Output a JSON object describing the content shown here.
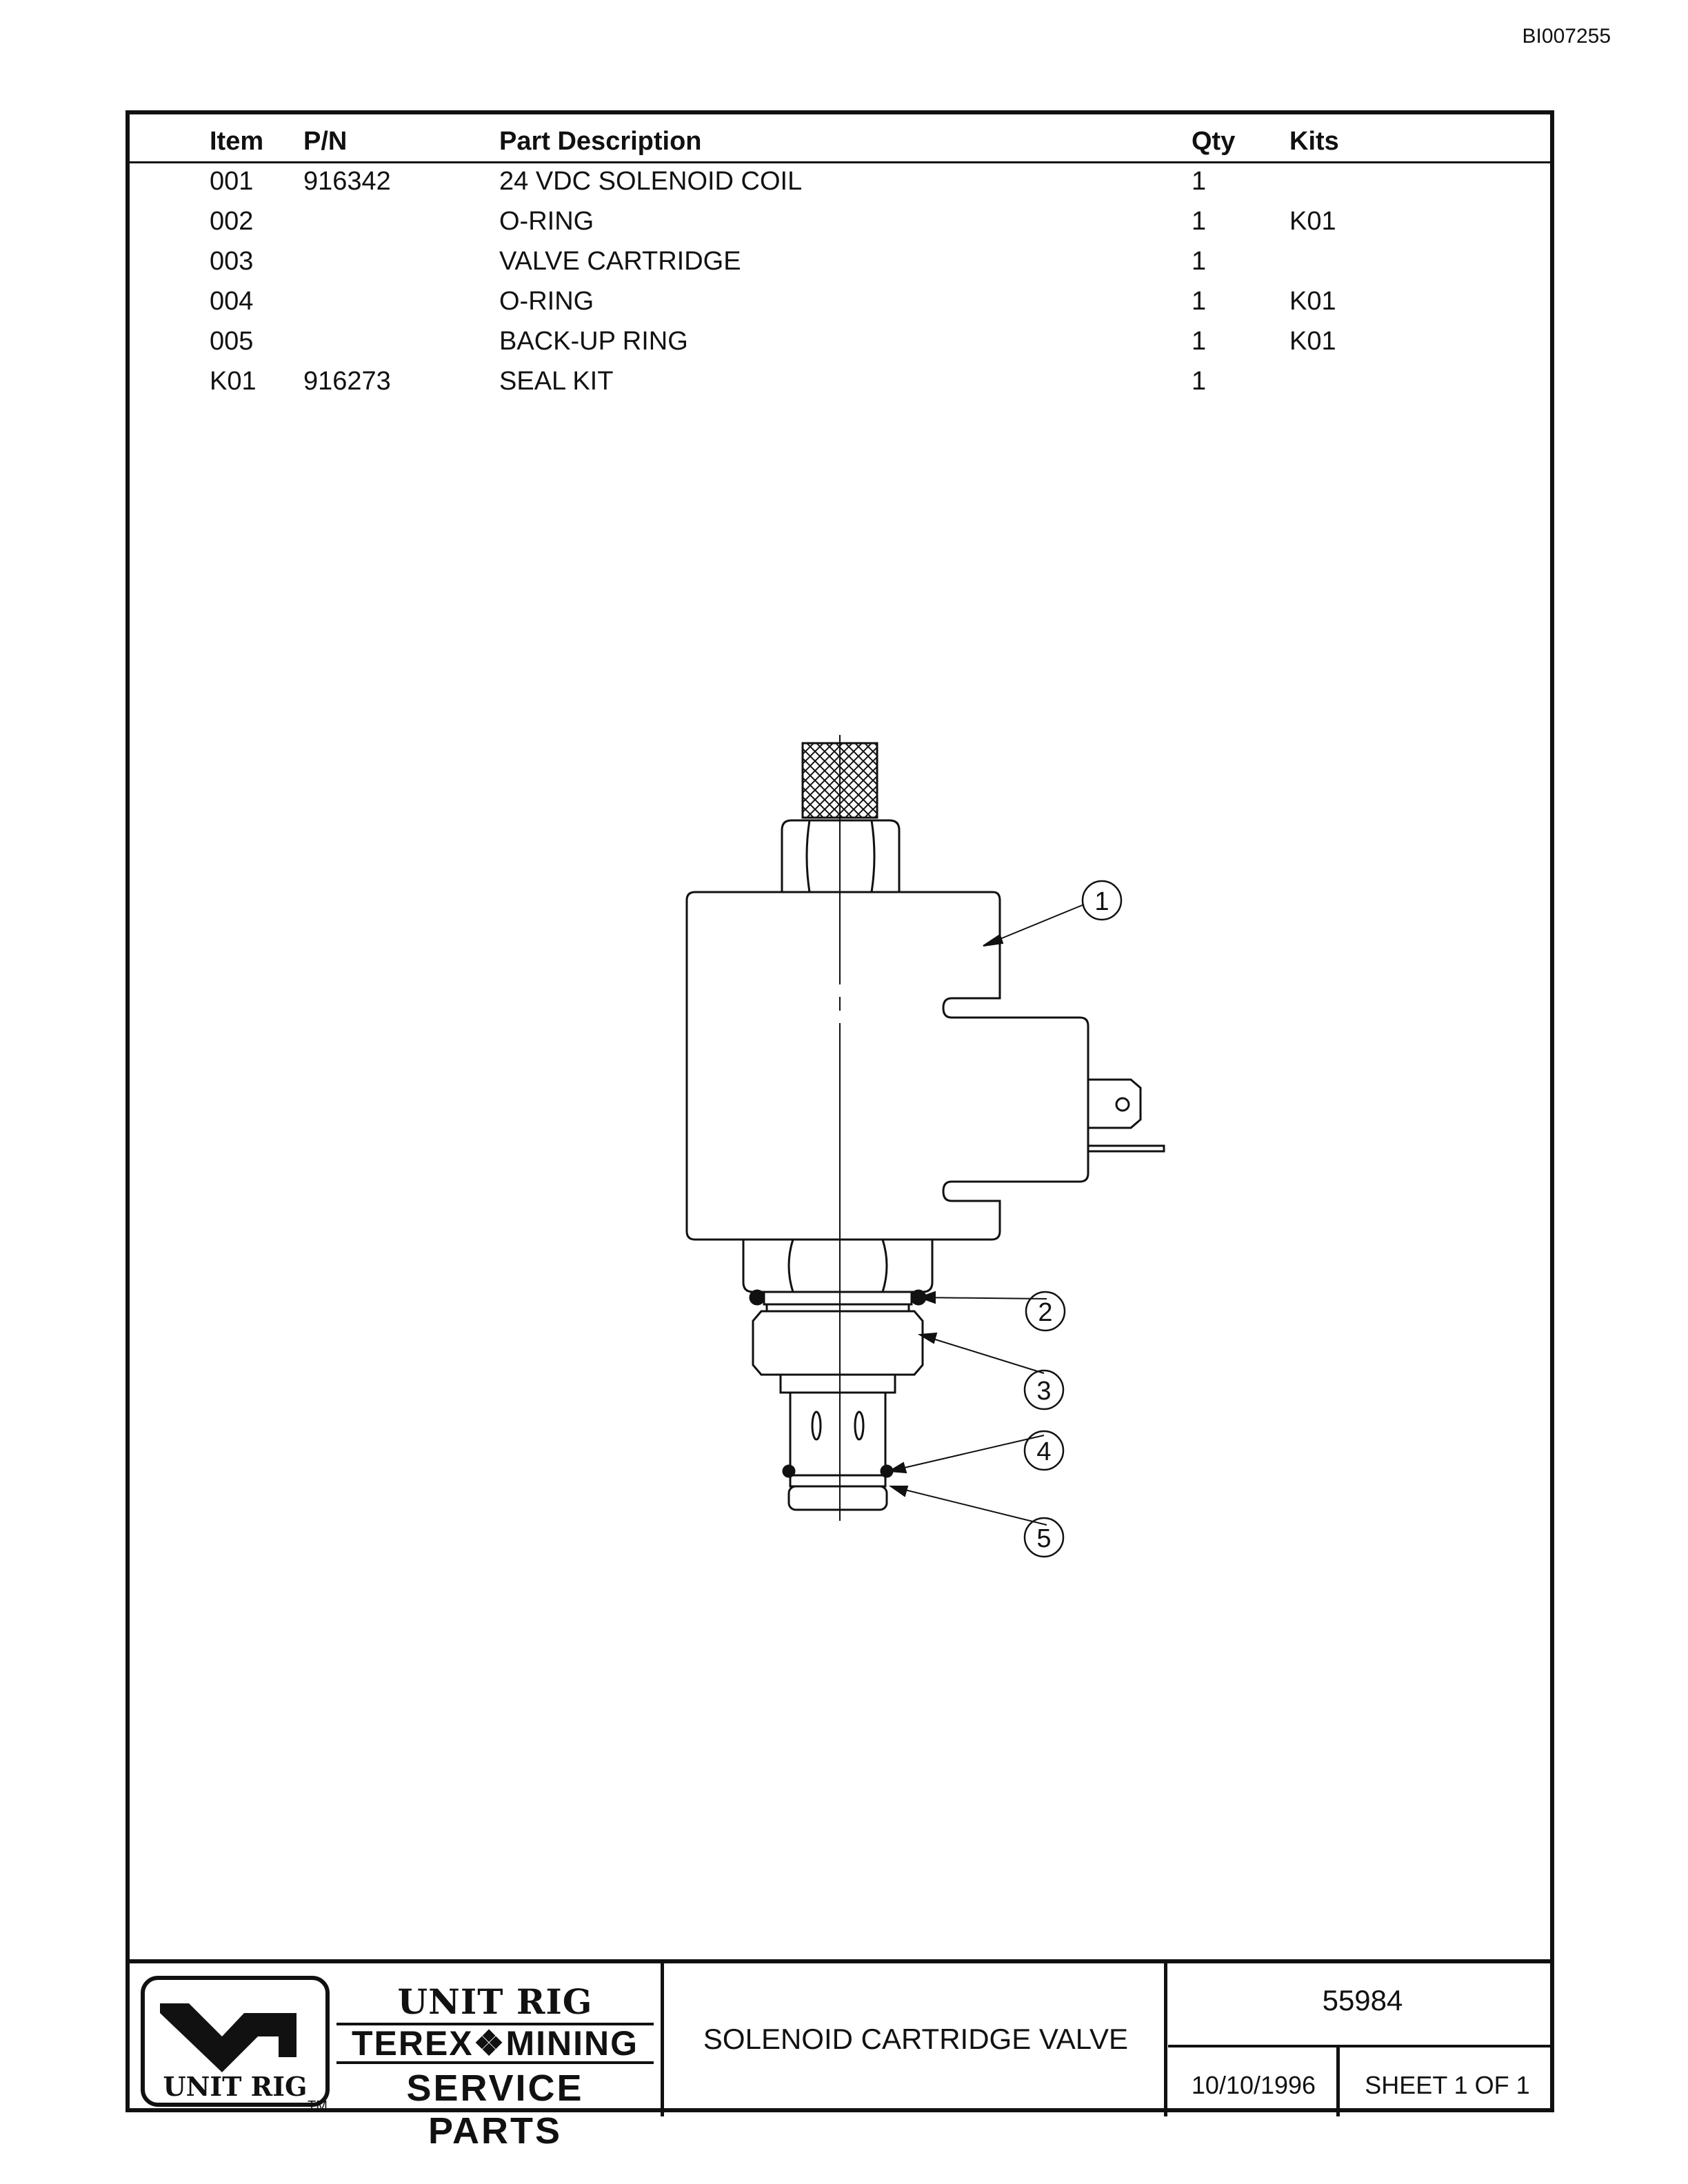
{
  "document_id": "BI007255",
  "table": {
    "headers": {
      "item": "Item",
      "pn": "P/N",
      "description": "Part Description",
      "qty": "Qty",
      "kits": "Kits"
    },
    "rows": [
      {
        "item": "001",
        "pn": "916342",
        "description": "24 VDC SOLENOID COIL",
        "qty": "1",
        "kits": ""
      },
      {
        "item": "002",
        "pn": "",
        "description": "O-RING",
        "qty": "1",
        "kits": "K01"
      },
      {
        "item": "003",
        "pn": "",
        "description": "VALVE CARTRIDGE",
        "qty": "1",
        "kits": ""
      },
      {
        "item": "004",
        "pn": "",
        "description": "O-RING",
        "qty": "1",
        "kits": "K01"
      },
      {
        "item": "005",
        "pn": "",
        "description": "BACK-UP RING",
        "qty": "1",
        "kits": "K01"
      },
      {
        "item": "K01",
        "pn": "916273",
        "description": "SEAL KIT",
        "qty": "1",
        "kits": ""
      }
    ]
  },
  "callouts": [
    "1",
    "2",
    "3",
    "4",
    "5"
  ],
  "title_block": {
    "logo_text": "UNIT RIG",
    "brand_line1": "UNIT RIG",
    "brand_line2": "TEREX❖MINING",
    "brand_line3": "SERVICE PARTS",
    "trademark": "TM",
    "title": "SOLENOID CARTRIDGE VALVE",
    "drawing_number": "55984",
    "date": "10/10/1996",
    "sheet": "SHEET 1 OF 1"
  }
}
